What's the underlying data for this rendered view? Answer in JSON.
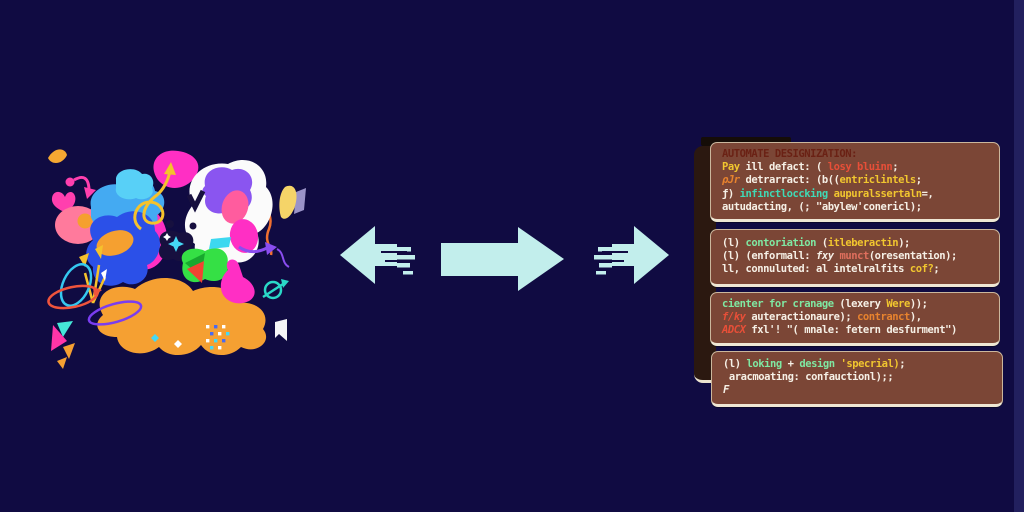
{
  "background_color": "#100b42",
  "illustration": {
    "description": "Abstract colorful blob design artwork",
    "palette": [
      "#ff2fc4",
      "#ff3fae",
      "#ff7a9c",
      "#44aaf2",
      "#58d0f7",
      "#2b50e8",
      "#8a55f0",
      "#f5a032",
      "#f5c22c",
      "#35e045",
      "#f04432",
      "#45d8f5",
      "#ffffff",
      "#17103f"
    ]
  },
  "arrows": {
    "color": "#c2eeec",
    "items": [
      {
        "direction": "left"
      },
      {
        "direction": "right"
      },
      {
        "direction": "right"
      }
    ]
  },
  "code_panels": {
    "panel_bg": "#7b4636",
    "shadow_bg": "#2b1810",
    "border_color": "#efe7d4",
    "panels": [
      {
        "header": "AUTOMATE DESIGNIZATION:",
        "lines": [
          [
            {
              "t": "Pay",
              "c": "yellow"
            },
            {
              "t": " ill defact: ( ",
              "c": "white"
            },
            {
              "t": "losy bluinn",
              "c": "red"
            },
            {
              "t": ";",
              "c": "white"
            }
          ],
          [
            {
              "t": "ρJr",
              "c": "orange-italic"
            },
            {
              "t": " detrarract: (b((",
              "c": "white"
            },
            {
              "t": "entriclintels",
              "c": "yellow"
            },
            {
              "t": ";",
              "c": "white"
            }
          ],
          [
            {
              "t": "ƒ) ",
              "c": "white"
            },
            {
              "t": "infinctloccking",
              "c": "teal"
            },
            {
              "t": " ",
              "c": "white"
            },
            {
              "t": "aupuralssertaln",
              "c": "yellow"
            },
            {
              "t": "=,",
              "c": "white"
            }
          ],
          [
            {
              "t": "autudacting, (; \"abylew'conericl);",
              "c": "white"
            }
          ]
        ]
      },
      {
        "lines": [
          [
            {
              "t": "(l) ",
              "c": "white"
            },
            {
              "t": "contoriation",
              "c": "mint"
            },
            {
              "t": " (",
              "c": "white"
            },
            {
              "t": "itleberactin",
              "c": "yellow"
            },
            {
              "t": ");",
              "c": "white"
            }
          ],
          [
            {
              "t": "(l) (enformall: ",
              "c": "white"
            },
            {
              "t": "fxy",
              "c": "white-italic"
            },
            {
              "t": " ",
              "c": "white"
            },
            {
              "t": "munct",
              "c": "salmon"
            },
            {
              "t": "(oresentation);",
              "c": "white"
            }
          ],
          [
            {
              "t": "ll, connuluted: al intelralfits ",
              "c": "white"
            },
            {
              "t": "cof?",
              "c": "yellow"
            },
            {
              "t": ";",
              "c": "white"
            }
          ]
        ]
      },
      {
        "lines": [
          [
            {
              "t": "cienter for cranage",
              "c": "mint"
            },
            {
              "t": " (lexery ",
              "c": "white"
            },
            {
              "t": "Were",
              "c": "yellow"
            },
            {
              "t": "));",
              "c": "white"
            }
          ],
          [
            {
              "t": "f/ky",
              "c": "red-italic"
            },
            {
              "t": " auteractionaure); ",
              "c": "white"
            },
            {
              "t": "contranct",
              "c": "orange"
            },
            {
              "t": "),",
              "c": "white"
            }
          ],
          [
            {
              "t": "ADCX",
              "c": "red-italic"
            },
            {
              "t": " fxl'! \"( mnale: fetern desfurment\")",
              "c": "white"
            }
          ]
        ]
      },
      {
        "lines": [
          [
            {
              "t": "(l) ",
              "c": "white"
            },
            {
              "t": "loking",
              "c": "mint"
            },
            {
              "t": " + ",
              "c": "white"
            },
            {
              "t": "design",
              "c": "mint"
            },
            {
              "t": " ",
              "c": "white"
            },
            {
              "t": "'specrial)",
              "c": "yellow"
            },
            {
              "t": ";",
              "c": "white"
            }
          ],
          [
            {
              "t": " aracmoating: confauctionl);;",
              "c": "white"
            }
          ],
          [
            {
              "t": "F",
              "c": "white-italic"
            }
          ]
        ]
      }
    ]
  }
}
